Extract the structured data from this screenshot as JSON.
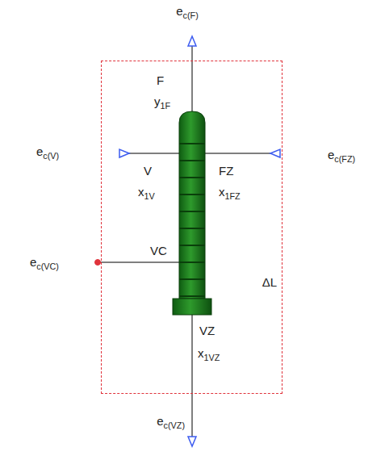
{
  "diagram": {
    "nodes": [
      {
        "text": [
          "ΔL"
        ]
      }
    ],
    "labels": [
      "ec(F)",
      "F",
      "y1F",
      "ec(V)",
      "V",
      "x1V",
      "FZ",
      "x1FZ",
      "ec(FZ)",
      "VC",
      "ec(VC)",
      "VZ",
      "x1VZ",
      "ec(VZ)"
    ]
  }
}
